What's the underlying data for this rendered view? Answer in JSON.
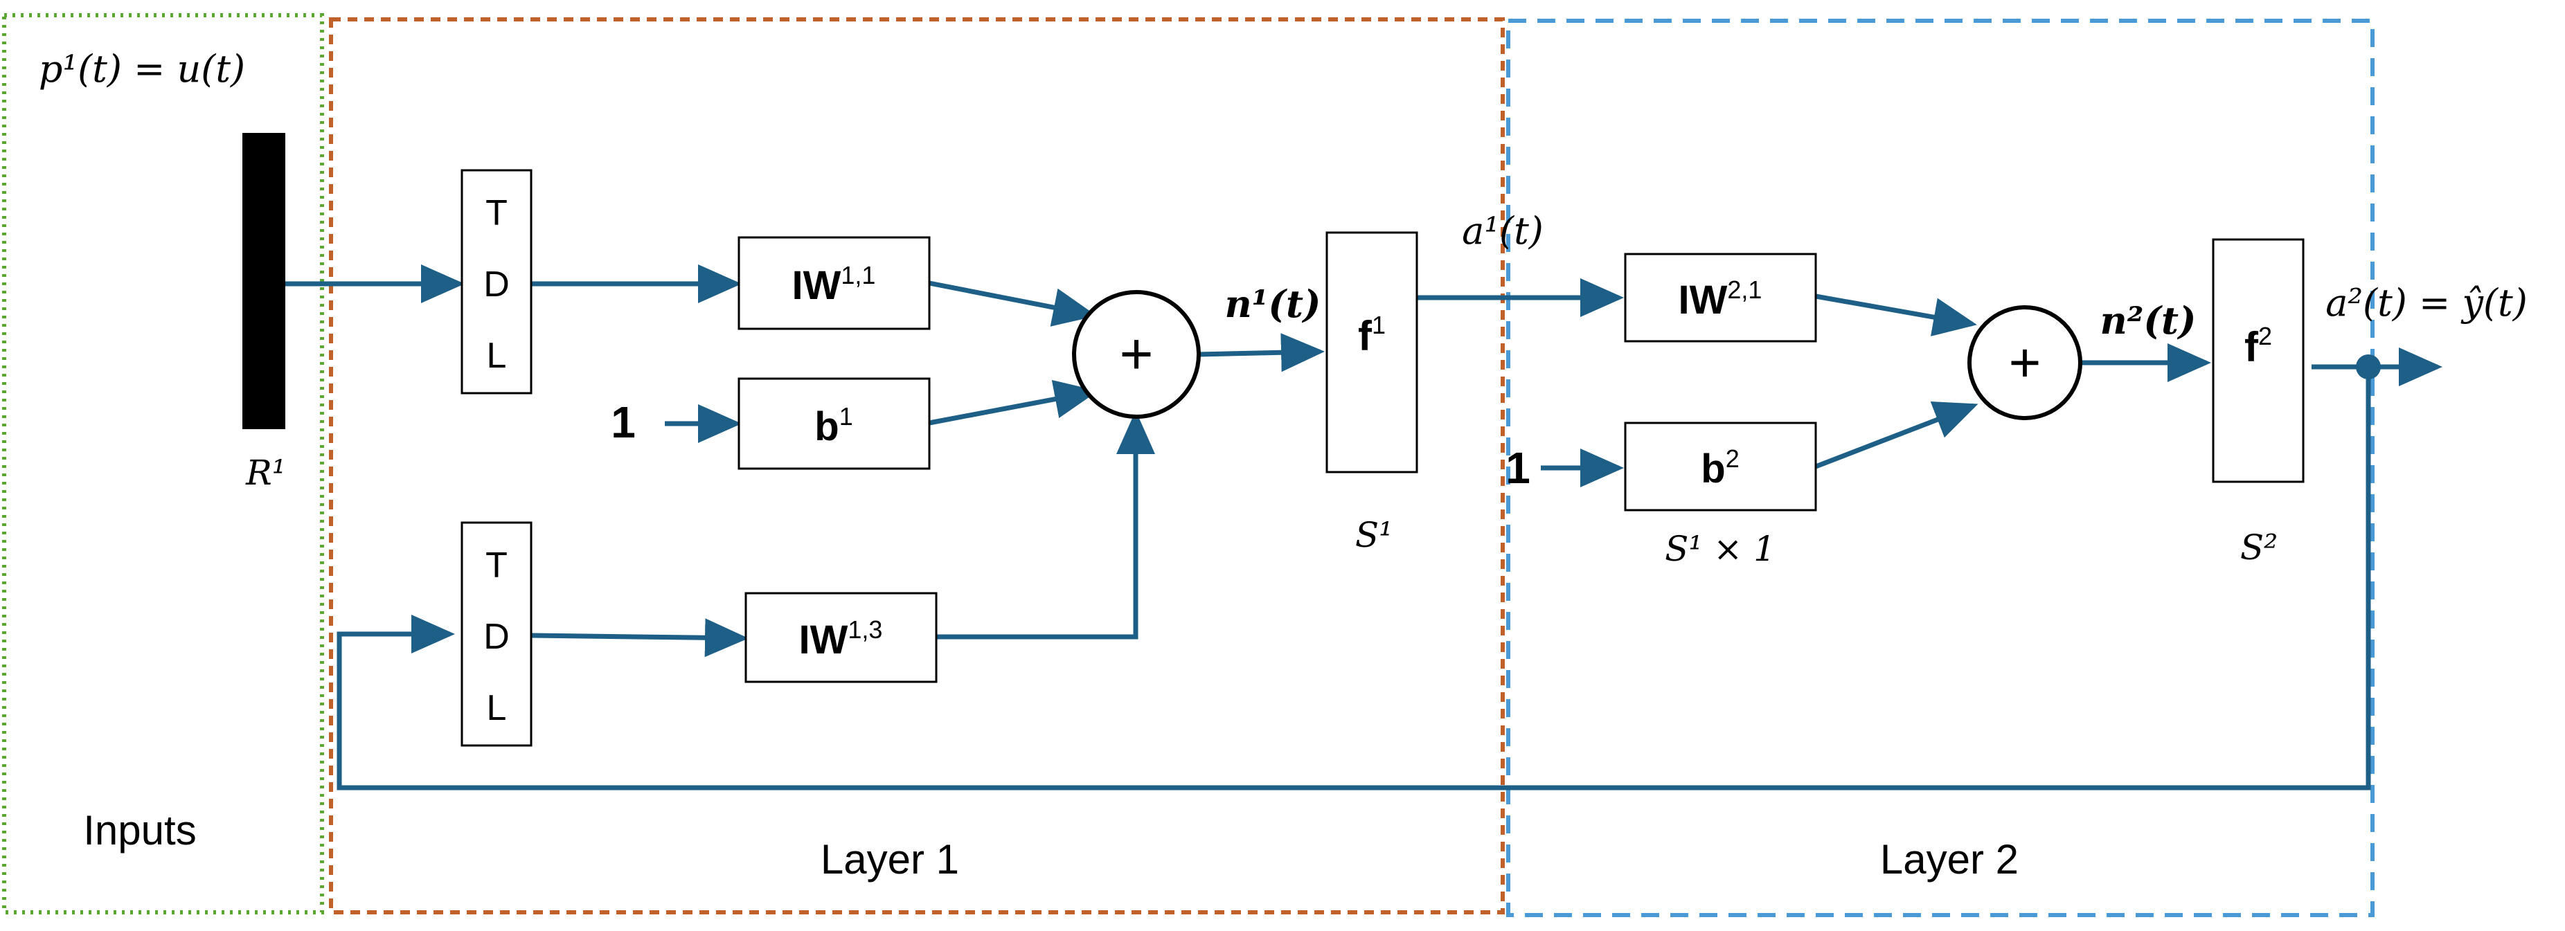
{
  "regions": {
    "inputs_label": "Inputs",
    "layer1_label": "Layer 1",
    "layer2_label": "Layer 2"
  },
  "colors": {
    "inputs_border": "#5aa832",
    "layer1_border": "#c0602a",
    "layer2_border": "#4b9ad8",
    "wire": "#1d5f86"
  },
  "labels": {
    "input_eq": "p¹(t) = u(t)",
    "input_size": "R¹",
    "tdl_letters": [
      "T",
      "D",
      "L"
    ],
    "iw11_main": "IW",
    "iw11_sup": "1,1",
    "b1_main": "b",
    "b1_sup": "1",
    "iw13_main": "IW",
    "iw13_sup": "1,3",
    "one_l1": "1",
    "plus": "+",
    "n1": "n¹(t)",
    "f1_main": "f",
    "f1_sup": "1",
    "s1": "S¹",
    "a1": "a¹(t)",
    "iw21_main": "IW",
    "iw21_sup": "2,1",
    "b2_main": "b",
    "b2_sup": "2",
    "one_l2": "1",
    "s1x1": "S¹ × 1",
    "n2": "n²(t)",
    "f2_main": "f",
    "f2_sup": "2",
    "s2": "S²",
    "output_eq": "a²(t) = ŷ(t)"
  }
}
